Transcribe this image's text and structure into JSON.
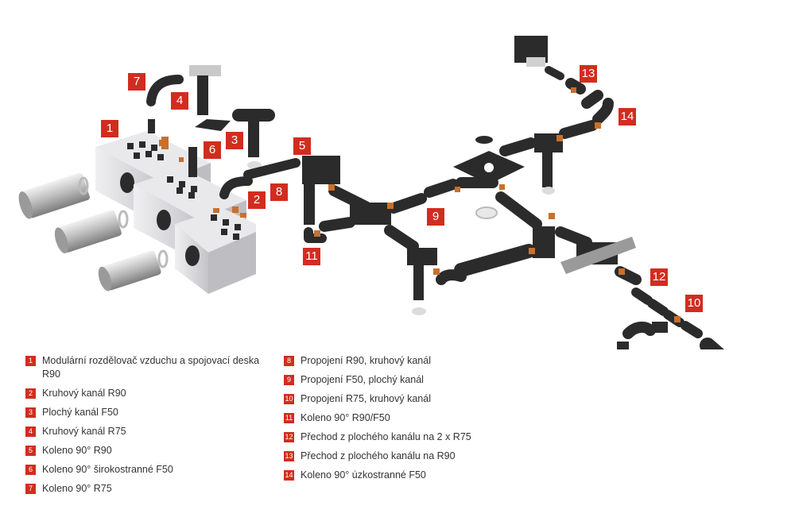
{
  "callouts": [
    "7",
    "4",
    "1",
    "6",
    "3",
    "5",
    "2",
    "8",
    "11",
    "9",
    "13",
    "14",
    "12",
    "10"
  ],
  "legend": {
    "left": [
      {
        "num": "1",
        "text": "Modulární rozdělovač vzduchu a spojovací deska R90"
      },
      {
        "num": "2",
        "text": "Kruhový kanál R90"
      },
      {
        "num": "3",
        "text": "Plochý kanál F50"
      },
      {
        "num": "4",
        "text": "Kruhový kanál R75"
      },
      {
        "num": "5",
        "text": "Koleno 90° R90"
      },
      {
        "num": "6",
        "text": "Koleno 90° širokostranné F50"
      },
      {
        "num": "7",
        "text": "Koleno 90° R75"
      }
    ],
    "right": [
      {
        "num": "8",
        "text": "Propojení R90, kruhový kanál"
      },
      {
        "num": "9",
        "text": "Propojení F50, plochý kanál"
      },
      {
        "num": "10",
        "text": "Propojení R75, kruhový kanál"
      },
      {
        "num": "11",
        "text": "Koleno 90° R90/F50"
      },
      {
        "num": "12",
        "text": "Přechod z plochého kanálu na 2 x R75"
      },
      {
        "num": "13",
        "text": "Přechod z plochého kanálu na R90"
      },
      {
        "num": "14",
        "text": "Koleno 90° úzkostranné F50"
      }
    ]
  },
  "colors": {
    "accent": "#d12d1f",
    "duct": "#2b2b2b",
    "box": "#d9d9dc",
    "connector": "#c8702e"
  }
}
